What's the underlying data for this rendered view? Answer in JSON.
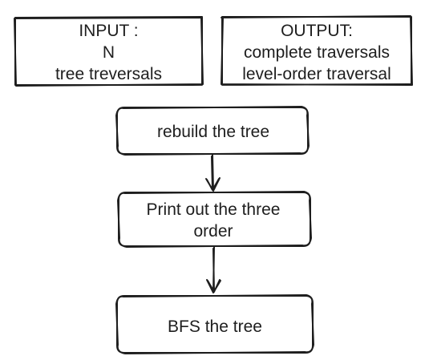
{
  "input_box": {
    "title": "INPUT :",
    "line1": "N",
    "line2": "tree treversals"
  },
  "output_box": {
    "title": "OUTPUT:",
    "line1": "complete traversals",
    "line2": "level-order traversal"
  },
  "steps": [
    {
      "label": "rebuild the tree"
    },
    {
      "label_line1": "Print out the three",
      "label_line2": "order"
    },
    {
      "label": "BFS the tree"
    }
  ],
  "colors": {
    "stroke": "#1e1e1e",
    "background": "#ffffff"
  }
}
